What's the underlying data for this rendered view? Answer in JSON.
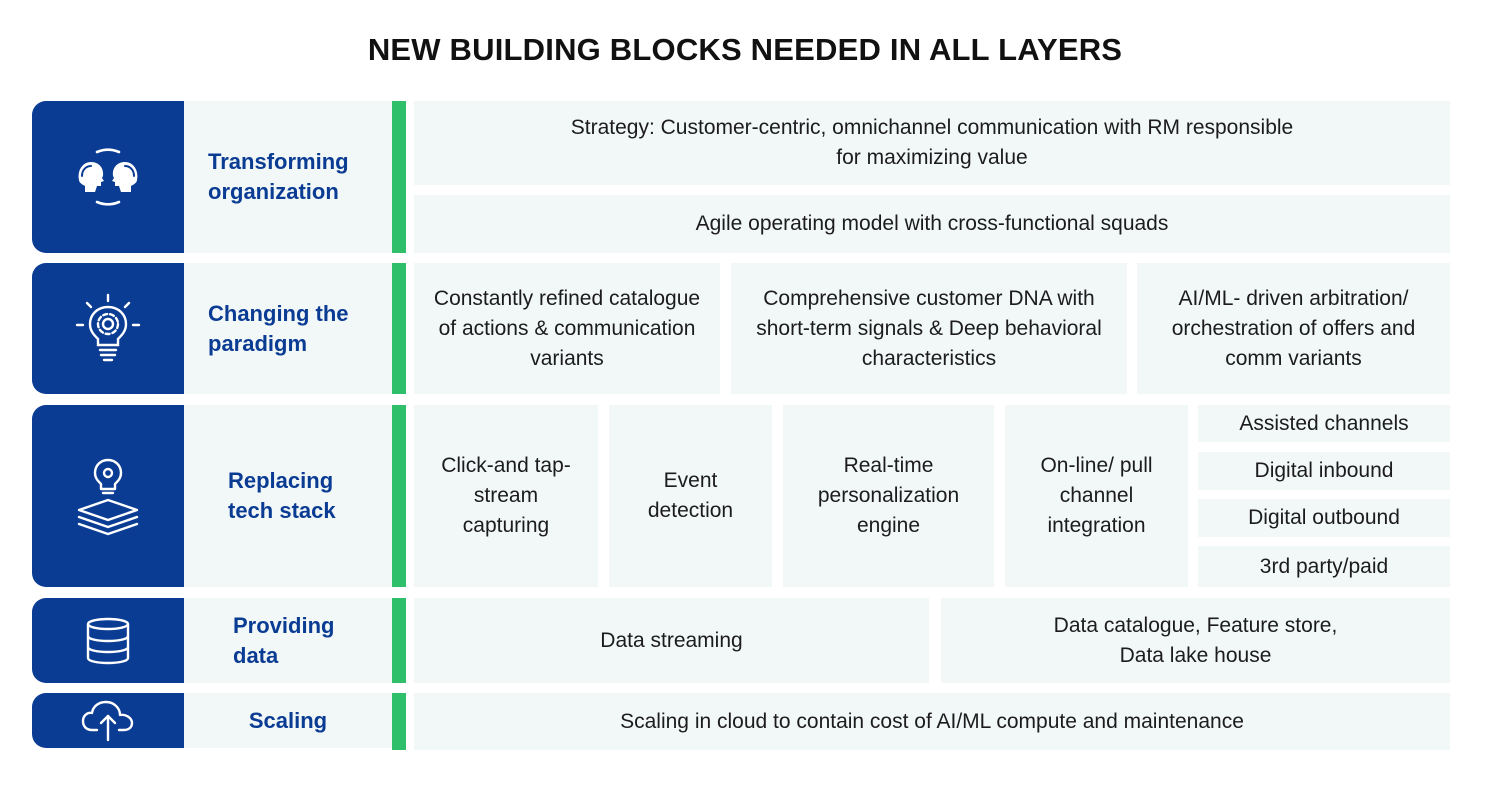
{
  "title": "NEW BUILDING BLOCKS NEEDED IN ALL LAYERS",
  "colors": {
    "navy": "#0b3c93",
    "green": "#2fbf6a",
    "cell_bg": "#f2f7f8"
  },
  "rows": [
    {
      "label": "Transforming organization",
      "icon": "people-exchange-icon",
      "cells": [
        "Strategy: Customer-centric, omnichannel communication with RM responsible for maximizing value",
        "Agile operating model with cross-functional squads"
      ]
    },
    {
      "label": "Changing the paradigm",
      "icon": "lightbulb-gear-icon",
      "cells": [
        "Constantly refined catalogue of actions & communication variants",
        "Comprehensive customer DNA with short-term signals & Deep behavioral characteristics",
        "AI/ML- driven arbitration/ orchestration of offers and comm variants"
      ]
    },
    {
      "label": "Replacing tech stack",
      "icon": "layered-stack-bulb-icon",
      "cells": [
        "Click-and tap-stream capturing",
        "Event detection",
        "Real-time personalization engine",
        "On-line/ pull channel integration"
      ],
      "channels": [
        "Assisted channels",
        "Digital inbound",
        "Digital outbound",
        "3rd party/paid"
      ]
    },
    {
      "label": "Providing data",
      "icon": "database-icon",
      "cells": [
        "Data streaming",
        "Data catalogue, Feature store, Data lake house"
      ]
    },
    {
      "label": "Scaling",
      "icon": "cloud-upload-icon",
      "cells": [
        "Scaling in cloud to contain cost of AI/ML compute and maintenance"
      ]
    }
  ]
}
